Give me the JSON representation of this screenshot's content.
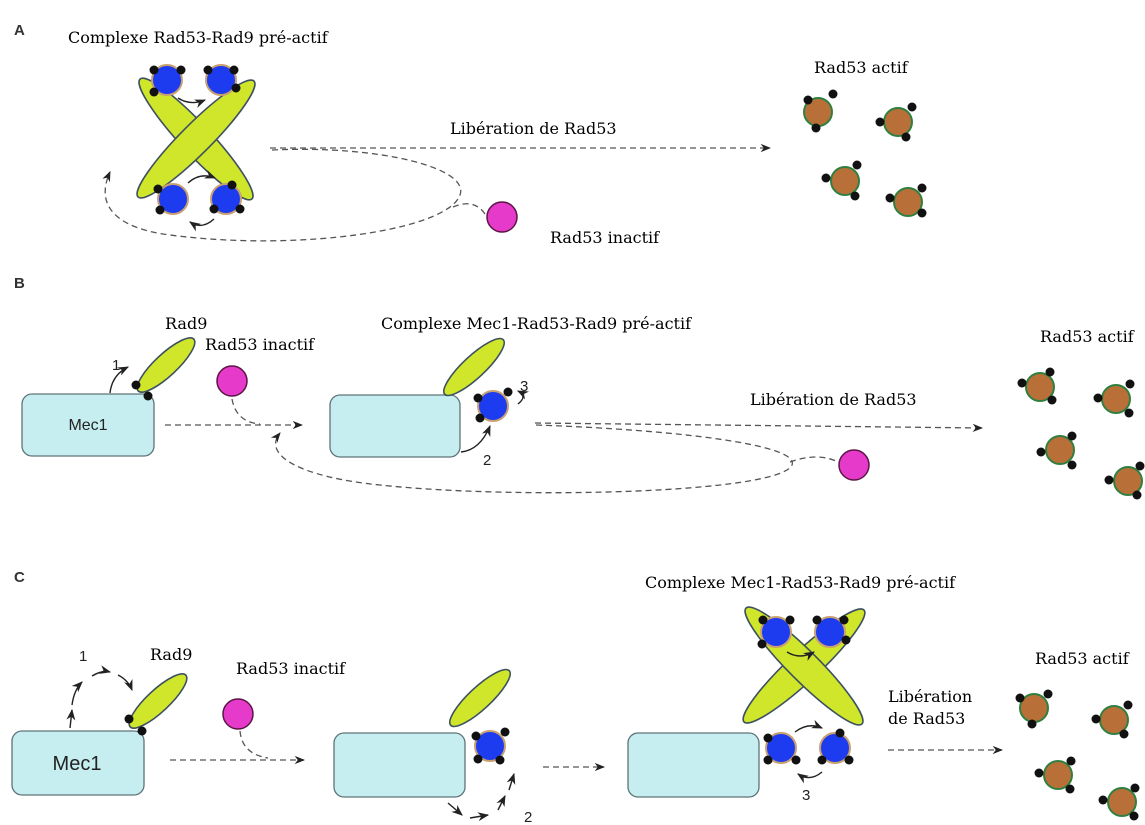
{
  "panels": {
    "a": "A",
    "b": "B",
    "c": "C"
  },
  "panel_a": {
    "complex_label": "Complexe Rad53-Rad9 pré-actif",
    "active_label": "Rad53 actif",
    "release_label": "Libération de Rad53",
    "inactive_label": "Rad53 inactif"
  },
  "panel_b": {
    "rad9_label": "Rad9",
    "inactive_label": "Rad53 inactif",
    "complex_label": "Complexe Mec1-Rad53-Rad9 pré-actif",
    "active_label": "Rad53 actif",
    "release_label": "Libération de Rad53",
    "mec1_label": "Mec1",
    "step1": "1",
    "step2": "2",
    "step3": "3"
  },
  "panel_c": {
    "complex_label": "Complexe Mec1-Rad53-Rad9 pré-actif",
    "rad9_label": "Rad9",
    "inactive_label": "Rad53 inactif",
    "active_label": "Rad53 actif",
    "release_label_line1": "Libération",
    "release_label_line2": "de Rad53",
    "mec1_label": "Mec1",
    "step1": "1",
    "step2": "2",
    "step3": "3"
  },
  "colors": {
    "mec1_box": "#c6eef0",
    "rad9": "#cfe62a",
    "rad53_bound": "#1d3cf0",
    "rad53_active": "#b87038",
    "rad53_inactive": "#e63aca"
  }
}
